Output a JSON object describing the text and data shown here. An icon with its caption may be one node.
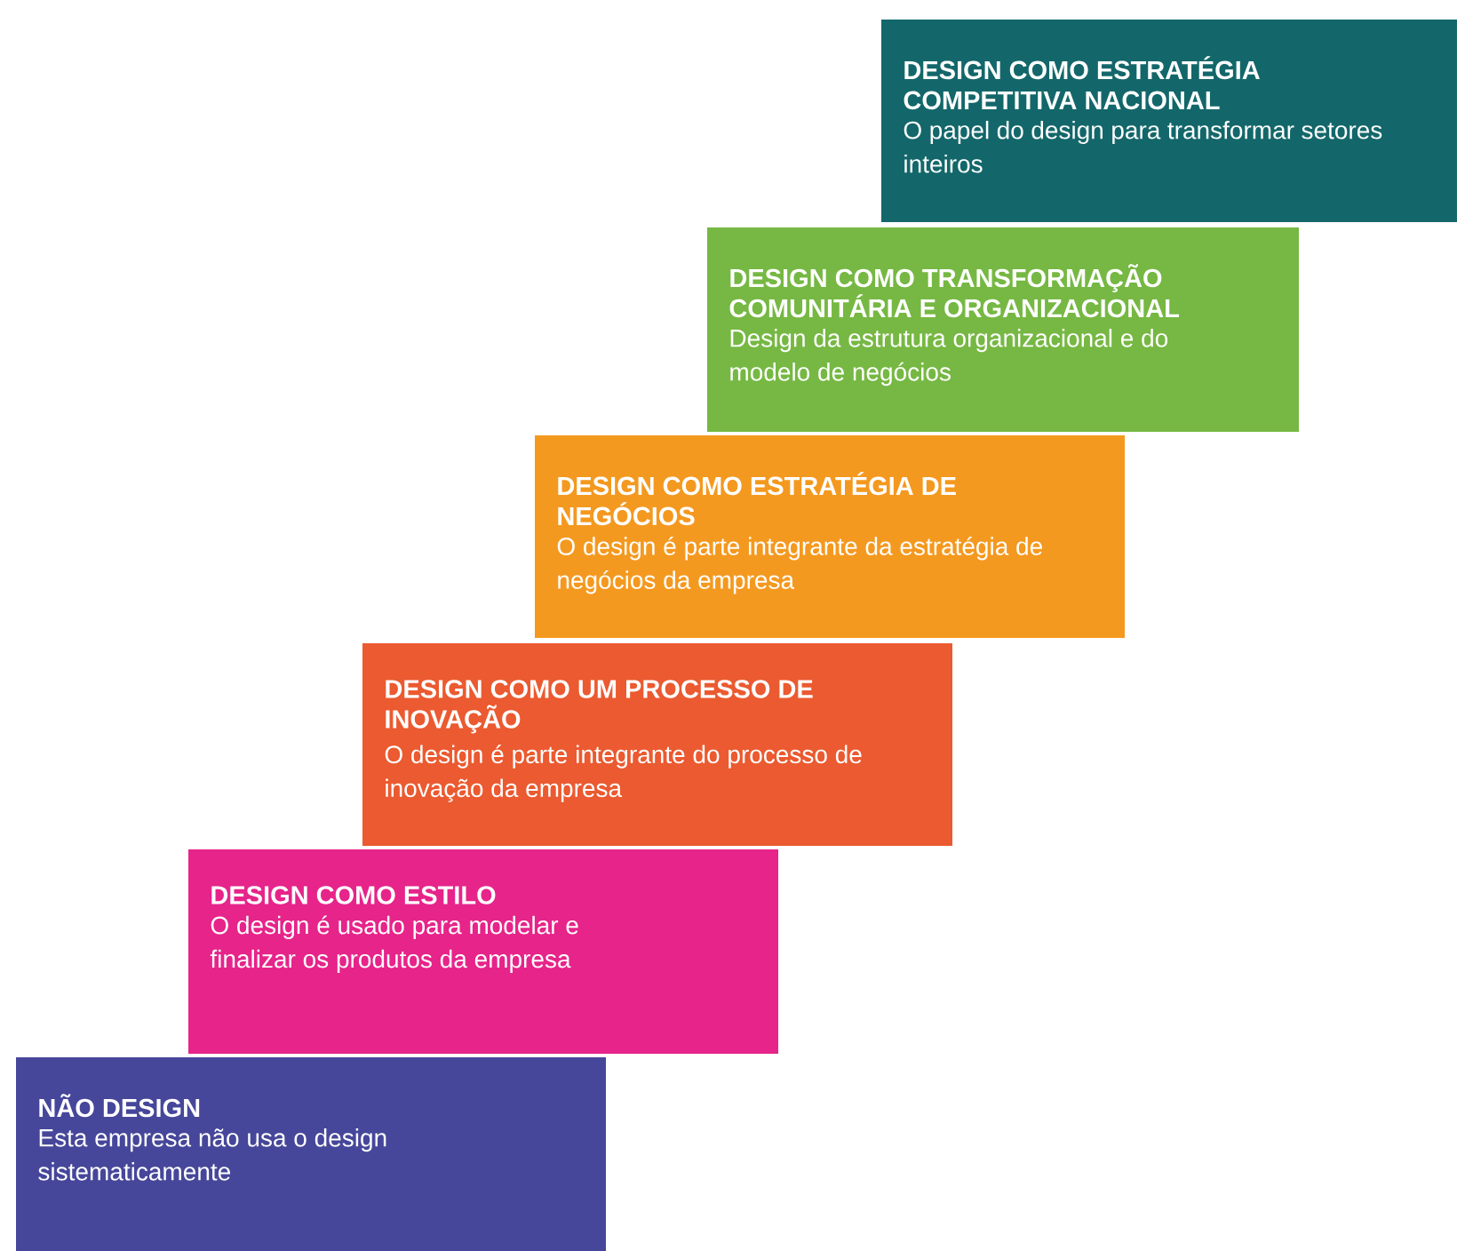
{
  "diagram": {
    "nodes": [
      {
        "text": [
          "NÃO DESIGN",
          "Esta empresa não usa o design sistematicamente"
        ]
      },
      {
        "text": [
          "DESIGN COMO ESTILO",
          "O design é usado para modelar e finalizar os produtos da empresa"
        ]
      },
      {
        "text": [
          "DESIGN COMO UM PROCESSO DE INOVAÇÃO",
          "O design é parte integrante do processo de inovação da empresa"
        ]
      },
      {
        "text": [
          "DESIGN COMO ESTRATÉGIA DE NEGÓCIOS",
          "O design é parte integrante da estratégia de negócios da empresa"
        ]
      },
      {
        "text": [
          "DESIGN COMO TRANSFORMAÇÃO COMUNITÁRIA E ORGANIZACIONAL",
          "Design da estrutura organizacional e do modelo de negócios"
        ]
      },
      {
        "text": [
          "DESIGN COMO ESTRATÉGIA COMPETITIVA NACIONAL",
          "O papel do design para transformar setores inteiros"
        ]
      }
    ]
  }
}
